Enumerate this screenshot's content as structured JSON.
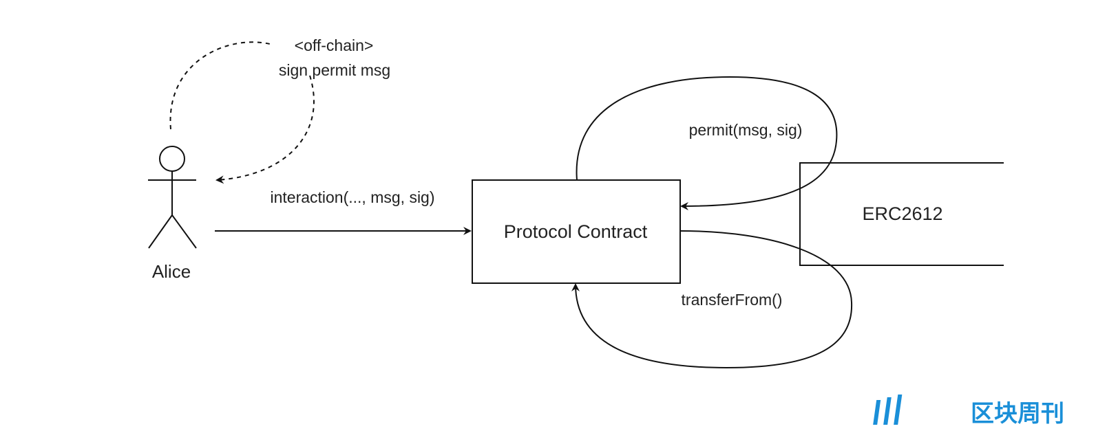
{
  "actor": {
    "name": "Alice"
  },
  "boxes": {
    "protocol": "Protocol Contract",
    "erc": "ERC2612"
  },
  "edges": {
    "offchain_line1": "<off-chain>",
    "offchain_line2": "sign permit msg",
    "interaction": "interaction(..., msg, sig)",
    "permit": "permit(msg, sig)",
    "transfer": "transferFrom()"
  },
  "watermark": {
    "text": "区块周刊"
  },
  "colors": {
    "stroke": "#111111",
    "text": "#222222",
    "watermark": "#1a8fd8"
  }
}
